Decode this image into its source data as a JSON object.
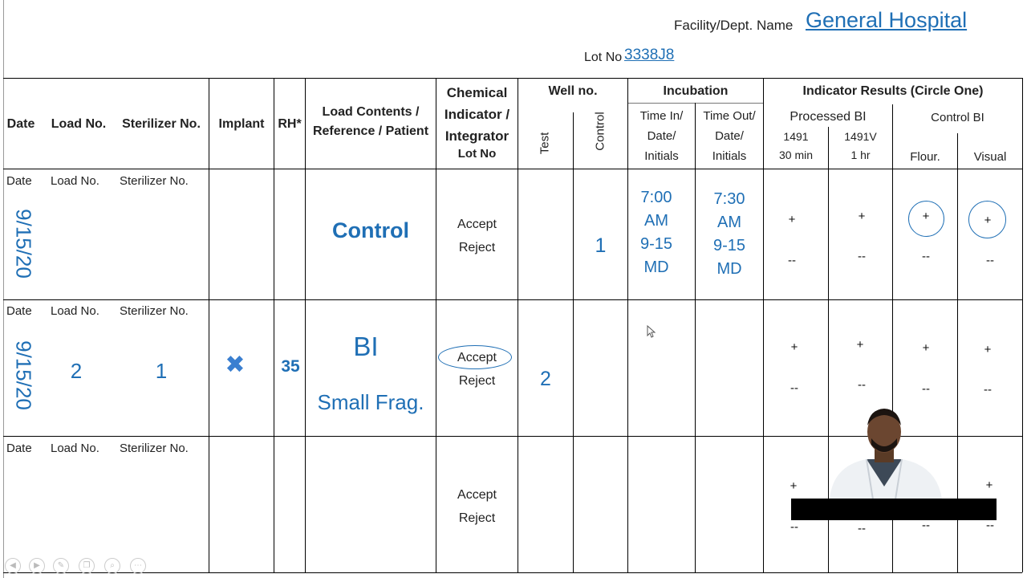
{
  "header": {
    "facility_label": "Facility/Dept. Name",
    "facility_value": "General Hospital",
    "lot_label": "Lot No",
    "lot_value": "3338J8"
  },
  "columns": {
    "date": "Date",
    "load_no": "Load No.",
    "sterilizer_no": "Sterilizer No.",
    "implant": "Implant",
    "rh": "RH*",
    "contents_1": "Load Contents /",
    "contents_2": "Reference / Patient",
    "chem_1": "Chemical",
    "chem_2": "Indicator /",
    "chem_3": "Integrator",
    "chem_4": "Lot No",
    "well": "Well no.",
    "well_test": "Test",
    "well_control": "Control",
    "incubation": "Incubation",
    "time_in_1": "Time In/",
    "time_in_2": "Date/",
    "time_in_3": "Initials",
    "time_out_1": "Time Out/",
    "time_out_2": "Date/",
    "time_out_3": "Initials",
    "results": "Indicator Results (Circle One)",
    "processed_bi": "Processed BI",
    "p1491_1": "1491",
    "p1491_2": "30 min",
    "p1491v_1": "1491V",
    "p1491v_2": "1 hr",
    "control_bi": "Control BI",
    "flour": "Flour.",
    "visual": "Visual"
  },
  "row_labels": {
    "date": "Date",
    "load_no": "Load No.",
    "sterilizer_no": "Sterilizer No.",
    "accept": "Accept",
    "reject": "Reject",
    "plus": "+",
    "minus": "--"
  },
  "rows": [
    {
      "date": "9/15/20",
      "contents": "Control",
      "well_control": "1",
      "time_in": [
        "7:00",
        "AM",
        "9-15",
        "MD"
      ],
      "time_out": [
        "7:30",
        "AM",
        "9-15",
        "MD"
      ]
    },
    {
      "date": "9/15/20",
      "load_no": "2",
      "sterilizer_no": "1",
      "implant": "✖",
      "rh": "35",
      "contents_1": "BI",
      "contents_2": "Small Frag.",
      "well_test": "2"
    }
  ],
  "colors": {
    "accent_blue": "#1f6fb5",
    "implant_mark": "#3a7fd0"
  },
  "icons": [
    "prev-icon",
    "next-icon",
    "pen-icon",
    "copy-icon",
    "zoom-icon",
    "more-icon",
    "cursor-icon"
  ]
}
